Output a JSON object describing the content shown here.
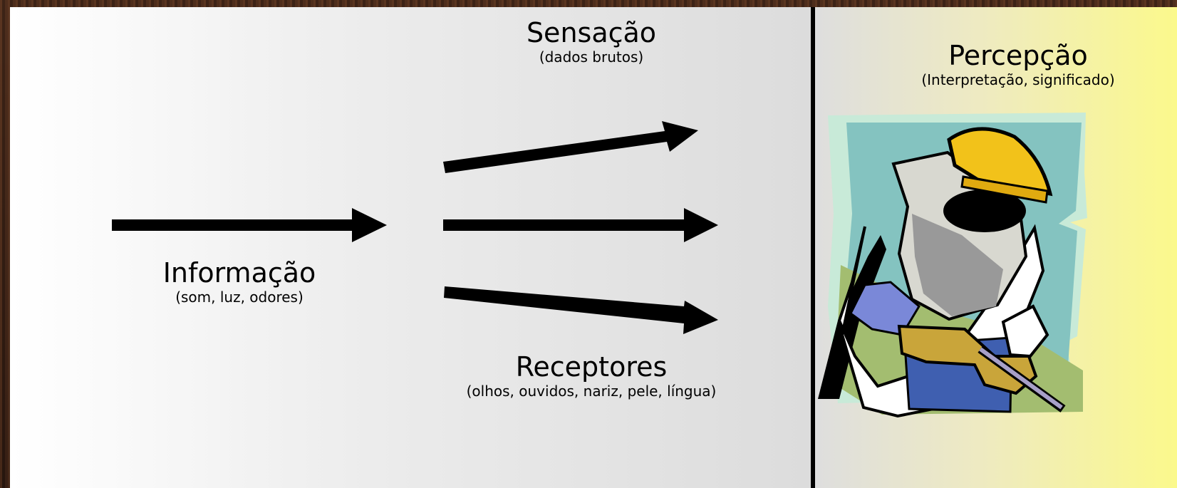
{
  "sensacao": {
    "title": "Sensação",
    "subtitle": "(dados brutos)"
  },
  "informacao": {
    "title": "Informação",
    "subtitle": "(som, luz, odores)"
  },
  "receptores": {
    "title": "Receptores",
    "subtitle": "(olhos, ouvidos, nariz, pele, língua)"
  },
  "percepcao": {
    "title": "Percepção",
    "subtitle": "(Interpretação, significado)"
  },
  "colors": {
    "arrow": "#000000",
    "helmet": "#f2c21a",
    "glove": "#c9a53a",
    "apron": "#3f5fb0",
    "sky": "#84c3c0"
  },
  "icons": [
    "arrow-right-icon",
    "welder-clipart"
  ]
}
